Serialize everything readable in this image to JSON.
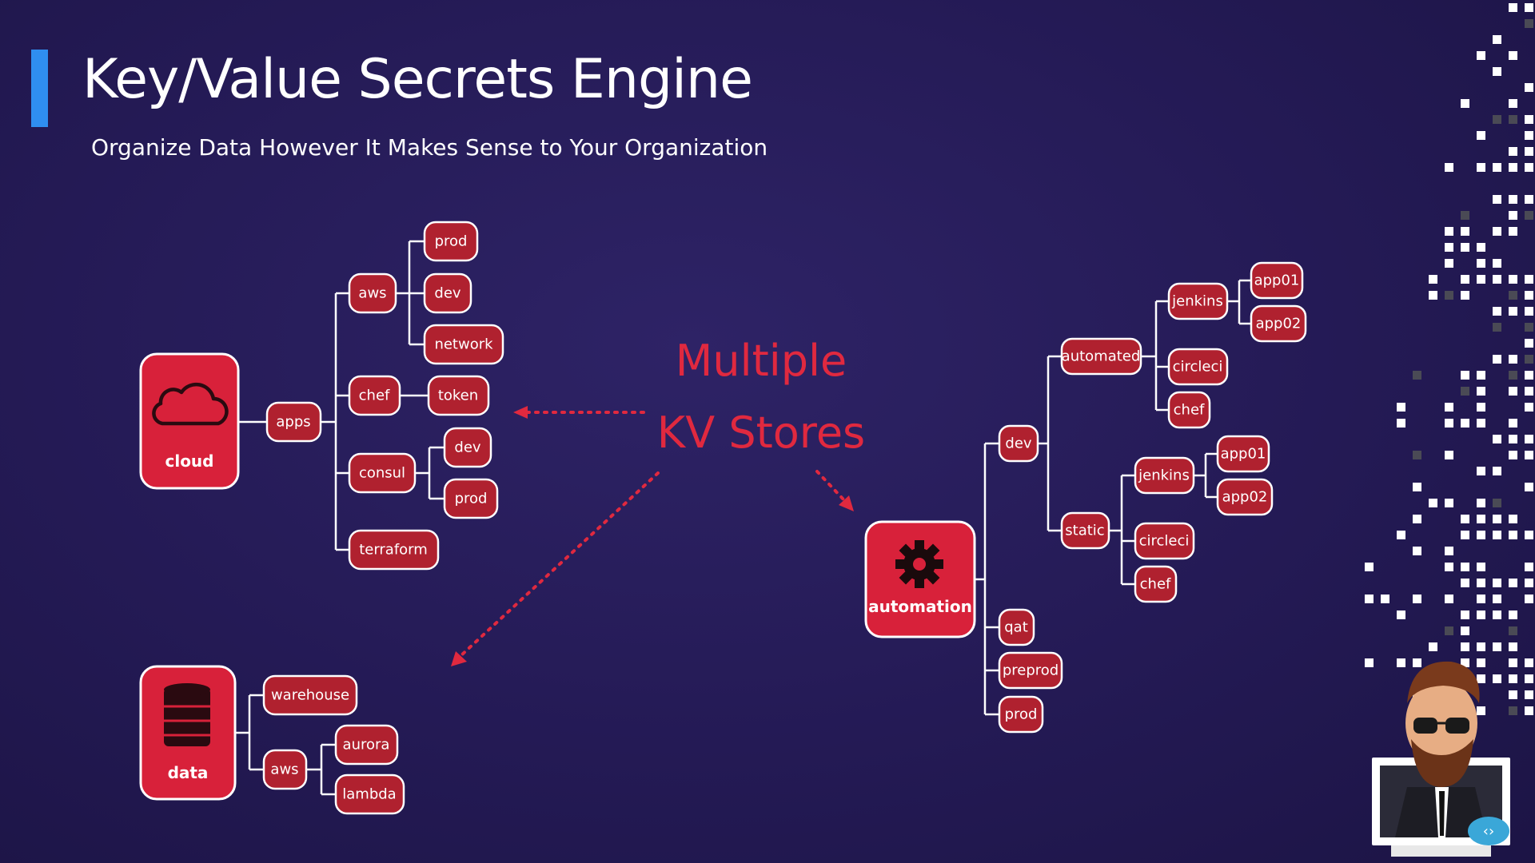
{
  "title": "Key/Value Secrets Engine",
  "subtitle": "Organize Data However It Makes Sense to Your Organization",
  "callout": {
    "line1": "Multiple",
    "line2": "KV Stores"
  },
  "colors": {
    "accent_bar": "#2f8ef0",
    "node_fill": "#b0212f",
    "root_fill": "#d8213a",
    "callout": "#e0293f"
  },
  "stores": [
    {
      "label": "cloud",
      "icon": "cloud-icon",
      "tree": {
        "label": "apps",
        "children": [
          {
            "label": "aws",
            "children": [
              {
                "label": "prod"
              },
              {
                "label": "dev"
              },
              {
                "label": "network"
              }
            ]
          },
          {
            "label": "chef",
            "children": [
              {
                "label": "token"
              }
            ]
          },
          {
            "label": "consul",
            "children": [
              {
                "label": "dev"
              },
              {
                "label": "prod"
              }
            ]
          },
          {
            "label": "terraform"
          }
        ]
      }
    },
    {
      "label": "data",
      "icon": "database-icon",
      "tree": {
        "children": [
          {
            "label": "warehouse"
          },
          {
            "label": "aws",
            "children": [
              {
                "label": "aurora"
              },
              {
                "label": "lambda"
              }
            ]
          }
        ]
      }
    },
    {
      "label": "automation",
      "icon": "gear-icon",
      "tree": {
        "children": [
          {
            "label": "dev",
            "children": [
              {
                "label": "automated",
                "children": [
                  {
                    "label": "jenkins",
                    "children": [
                      {
                        "label": "app01"
                      },
                      {
                        "label": "app02"
                      }
                    ]
                  },
                  {
                    "label": "circleci"
                  },
                  {
                    "label": "chef"
                  }
                ]
              },
              {
                "label": "static",
                "children": [
                  {
                    "label": "jenkins",
                    "children": [
                      {
                        "label": "app01"
                      },
                      {
                        "label": "app02"
                      }
                    ]
                  },
                  {
                    "label": "circleci"
                  },
                  {
                    "label": "chef"
                  }
                ]
              }
            ]
          },
          {
            "label": "qat"
          },
          {
            "label": "preprod"
          },
          {
            "label": "prod"
          }
        ]
      }
    }
  ]
}
